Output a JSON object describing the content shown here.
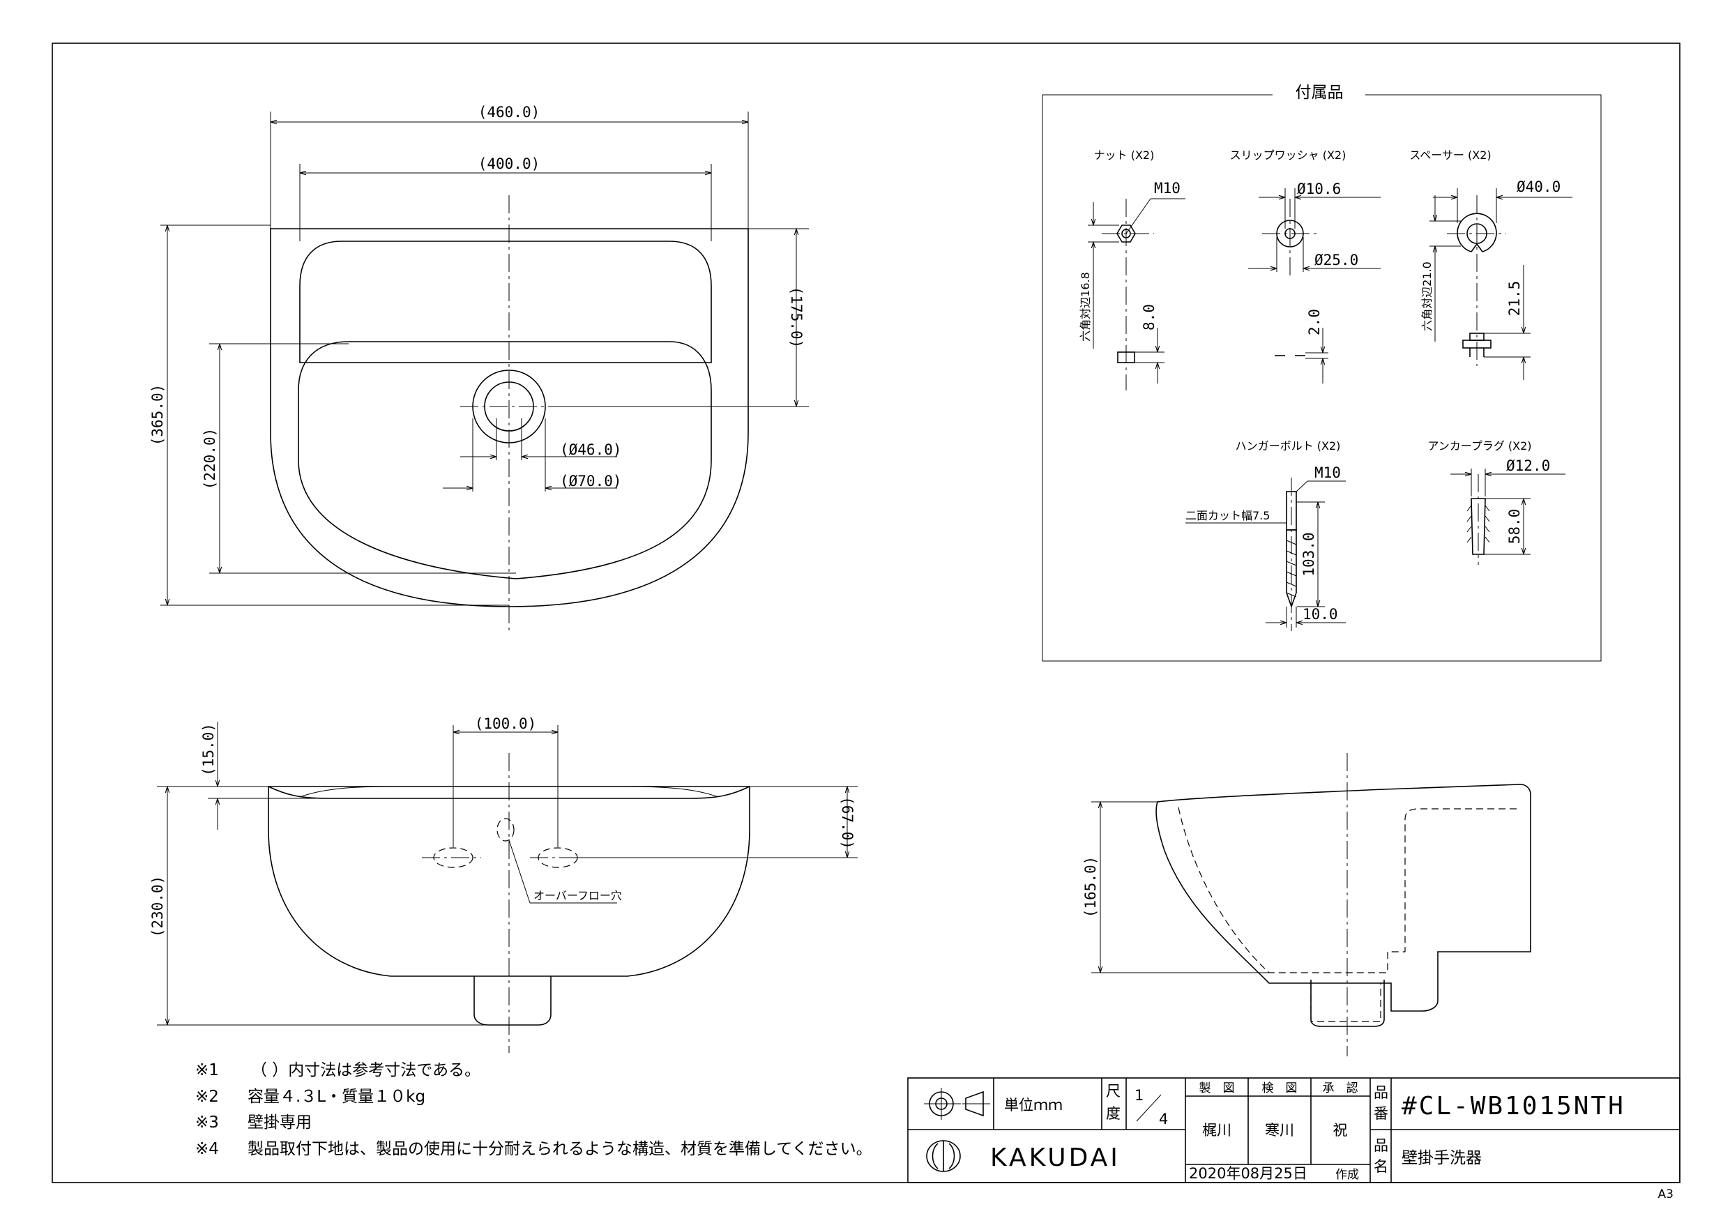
{
  "plan_view": {
    "dims": [
      "(460.0)",
      "(400.0)",
      "(175.0)",
      "(365.0)",
      "(220.0)",
      "(Ø46.0)",
      "(Ø70.0)"
    ]
  },
  "front_view": {
    "dims": [
      "(100.0)",
      "(15.0)",
      "(67.0)",
      "(230.0)"
    ],
    "overflow_label": "オーバーフロー穴"
  },
  "side_view": {
    "dims": [
      "(165.0)"
    ]
  },
  "accessories": {
    "title": "付属品",
    "nut": {
      "label": "ナット (X2)",
      "thread": "M10",
      "hex": "六角対辺16.8",
      "height": "8.0"
    },
    "washer": {
      "label": "スリップワッシャ (X2)",
      "inner": "Ø10.6",
      "outer": "Ø25.0",
      "thickness": "2.0"
    },
    "spacer": {
      "label": "スペーサー (X2)",
      "outer": "Ø40.0",
      "hex": "六角対辺21.0",
      "height": "21.5"
    },
    "bolt": {
      "label": "ハンガーボルト (X2)",
      "thread": "M10",
      "cut": "二面カット幅7.5",
      "length": "103.0",
      "bottom": "10.0"
    },
    "plug": {
      "label": "アンカープラグ (X2)",
      "dia": "Ø12.0",
      "length": "58.0"
    }
  },
  "notes": [
    {
      "mark": "※1",
      "text": "（ ）内寸法は参考寸法である。"
    },
    {
      "mark": "※2",
      "text": "容量４.３L・質量１０kg"
    },
    {
      "mark": "※3",
      "text": "壁掛専用"
    },
    {
      "mark": "※4",
      "text": "製品取付下地は、製品の使用に十分耐えられるような構造、材質を準備してください。"
    }
  ],
  "title_block": {
    "unit_label": "単位ｍｍ",
    "scale_label_1": "尺",
    "scale_label_2": "度",
    "scale_num": "1",
    "scale_den": "4",
    "roles": [
      "製　図",
      "検　図",
      "承　認"
    ],
    "names": [
      "梶川",
      "寒川",
      "祝"
    ],
    "date": "2020年08月25日",
    "date_suffix": "作成",
    "part_no_label_1": "品",
    "part_no_label_2": "番",
    "part_no": "#CL-WB1015NTH",
    "name_label_1": "品",
    "name_label_2": "名",
    "product_name": "壁掛手洗器",
    "brand": "KAKUDAI"
  },
  "sheet_size": "A3"
}
